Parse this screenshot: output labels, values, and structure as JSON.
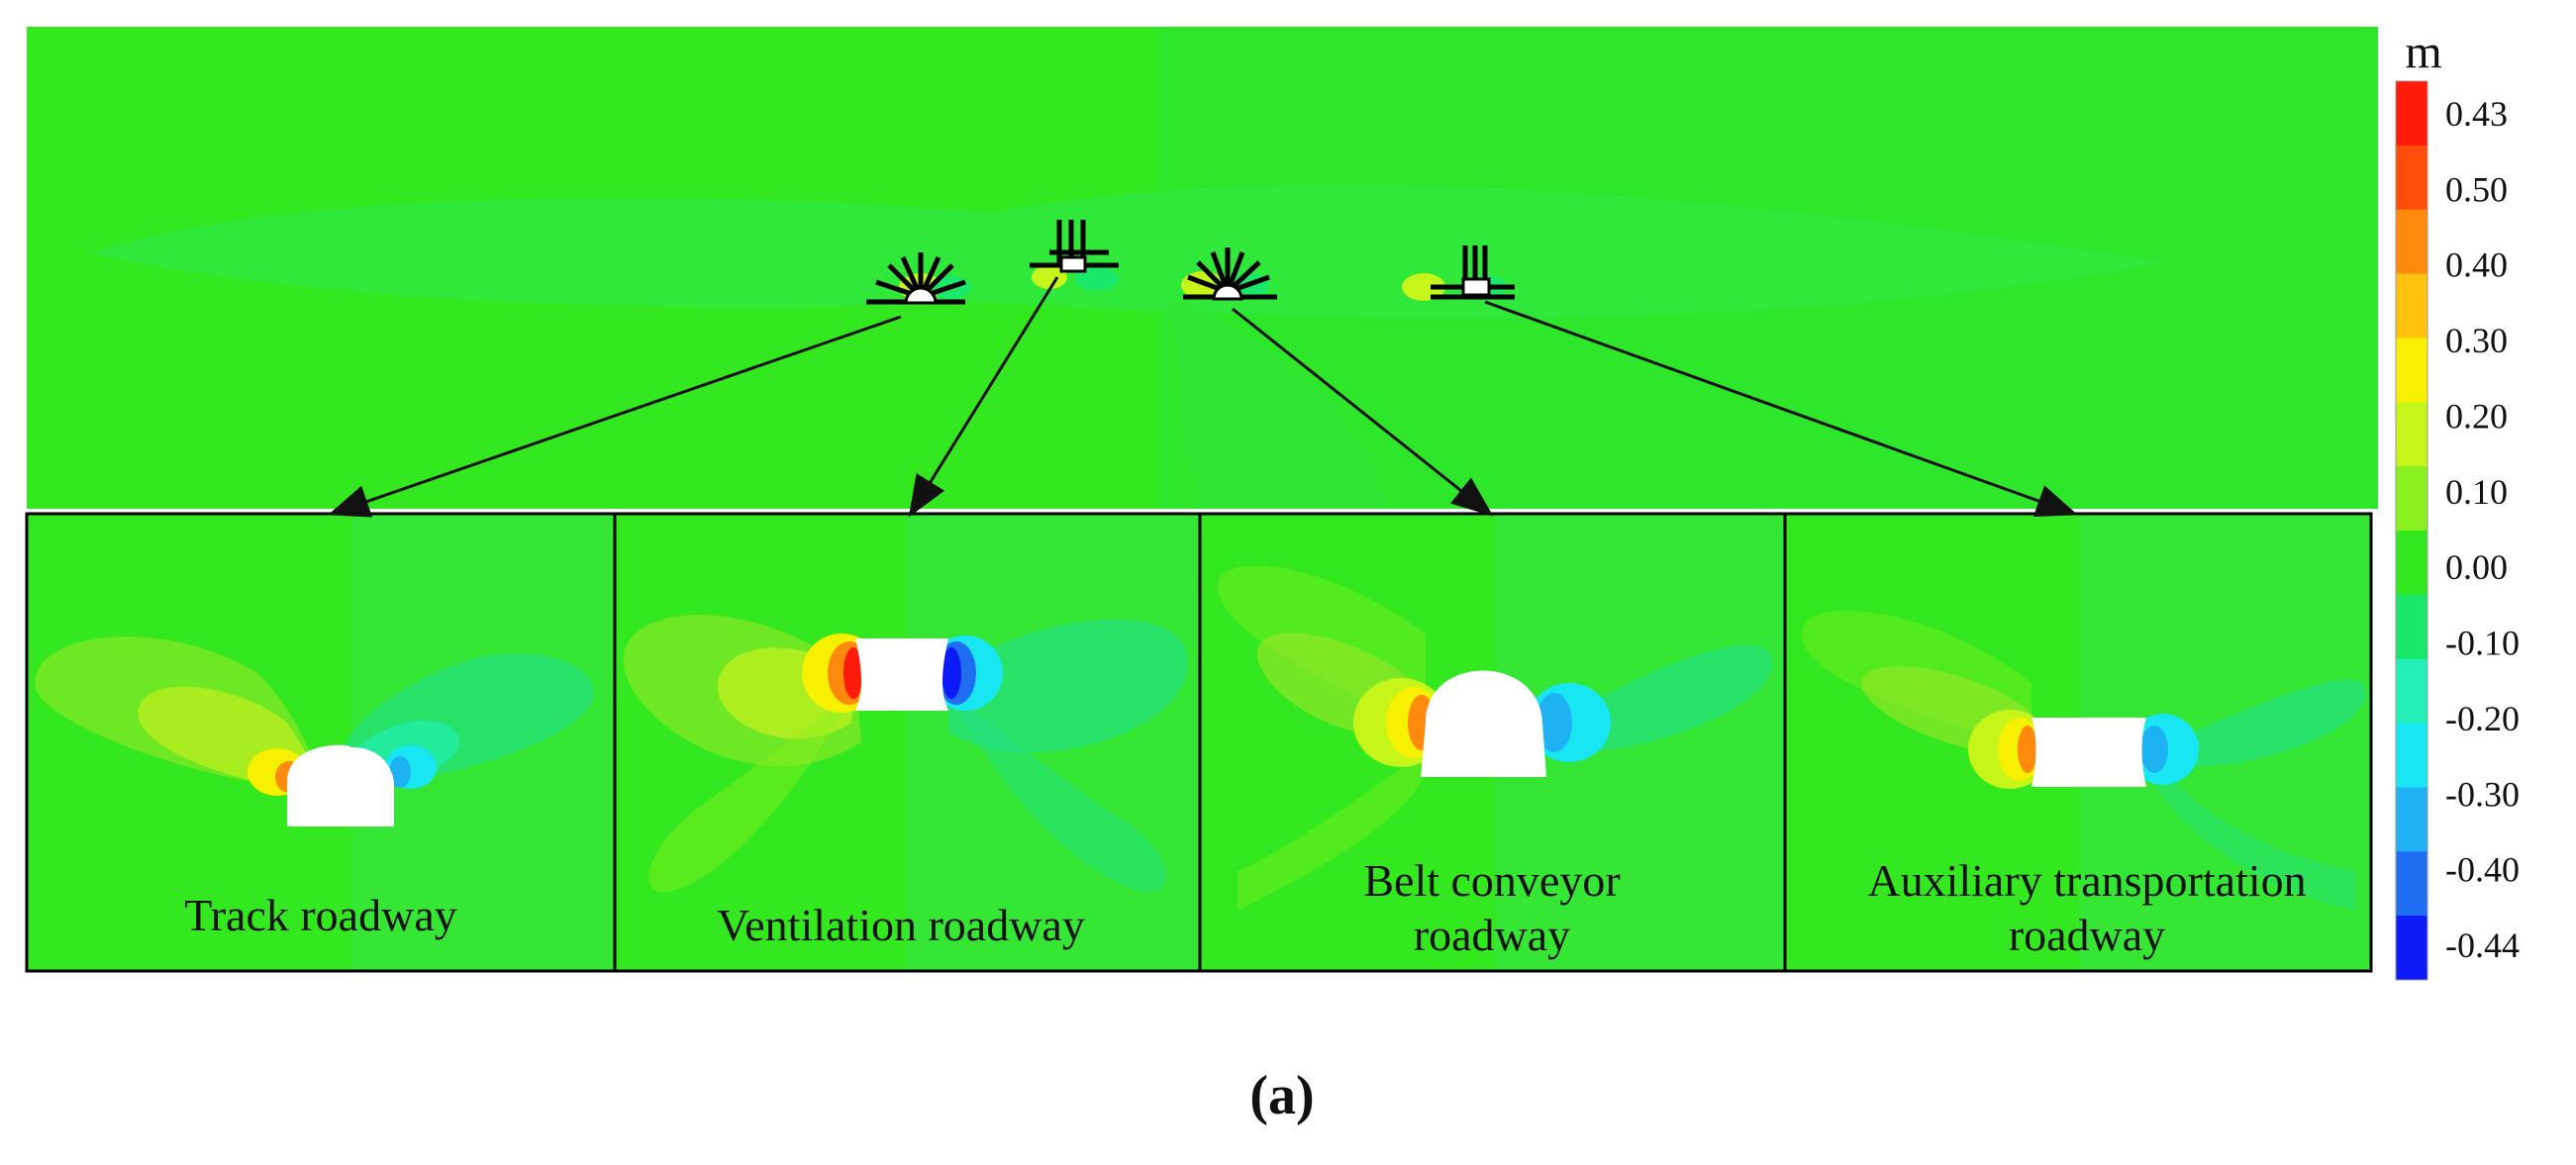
{
  "unit": "m",
  "scale": {
    "labels": [
      "0.43",
      "0.50",
      "0.40",
      "0.30",
      "0.20",
      "0.10",
      "0.00",
      "-0.10",
      "-0.20",
      "-0.30",
      "-0.40",
      "-0.44"
    ],
    "colors": [
      "#ff1a0a",
      "#ff4d0a",
      "#ff8a0d",
      "#ffc20e",
      "#f7f000",
      "#c6f51a",
      "#8af020",
      "#33e81f",
      "#19e86a",
      "#22f0b8",
      "#18e6f2",
      "#1fb2f2",
      "#1f6ef2",
      "#0e1af5"
    ]
  },
  "panels": [
    {
      "label": "Track roadway"
    },
    {
      "label": "Ventilation roadway"
    },
    {
      "label": "Belt conveyor roadway",
      "lines": [
        "Belt conveyor",
        "roadway"
      ]
    },
    {
      "label": "Auxiliary transportation roadway",
      "lines": [
        "Auxiliary transportation",
        "roadway"
      ]
    }
  ],
  "caption": "(a)"
}
